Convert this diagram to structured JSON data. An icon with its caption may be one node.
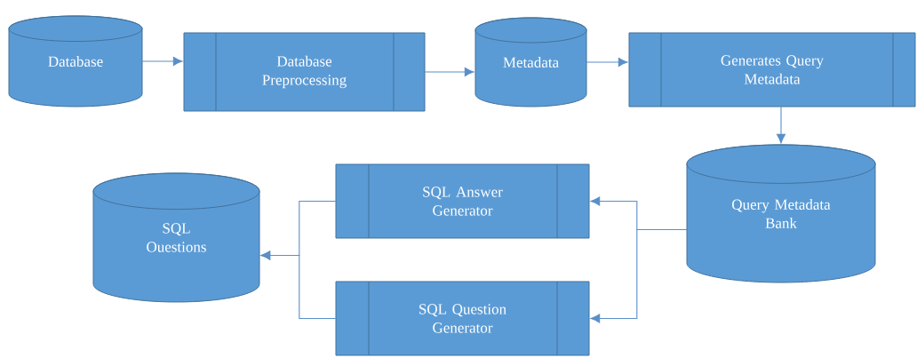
{
  "diagram": {
    "nodes": [
      {
        "text": [
          "Database"
        ]
      },
      {
        "text": [
          "Database Preprocessing"
        ]
      },
      {
        "text": [
          "Metadata"
        ]
      },
      {
        "text": [
          "Generates Query Metadata"
        ]
      },
      {
        "text": [
          "Query Metadata Bank"
        ]
      },
      {
        "text": [
          "SQL Answer Generator"
        ]
      },
      {
        "text": [
          "SQL Ouestions"
        ]
      },
      {
        "text": [
          "SQL Question Generator"
        ]
      }
    ],
    "edges": [
      {
        "from": 0,
        "to": 1,
        "arrow": "to"
      },
      {
        "from": 1,
        "to": 2,
        "arrow": "to"
      },
      {
        "from": 2,
        "to": 3,
        "arrow": "to"
      },
      {
        "from": 3,
        "to": 4,
        "arrow": "to"
      },
      {
        "from": 4,
        "to": 5,
        "arrow": "to"
      },
      {
        "from": 4,
        "to": 7,
        "arrow": "to"
      },
      {
        "from": 5,
        "to": 6,
        "arrow": "to"
      },
      {
        "from": 7,
        "to": 6,
        "arrow": "to"
      }
    ]
  }
}
